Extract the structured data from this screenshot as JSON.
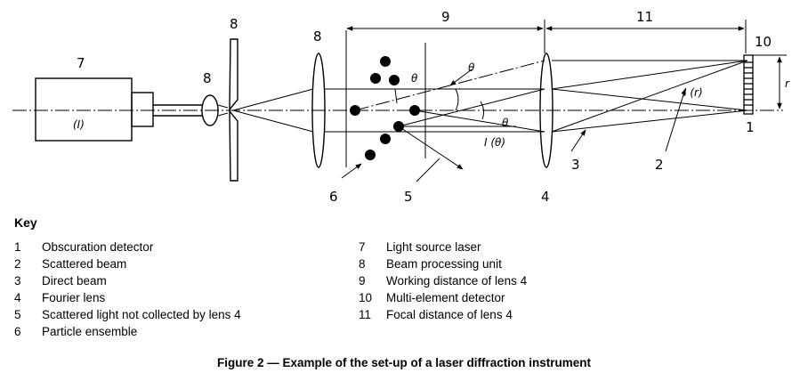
{
  "diagram": {
    "labels": {
      "n1": "1",
      "n2": "2",
      "n3": "3",
      "n4": "4",
      "n5": "5",
      "n6": "6",
      "n7": "7",
      "n8a": "8",
      "n8b": "8",
      "n8c": "8",
      "n9": "9",
      "n10": "10",
      "n11": "11"
    },
    "symbols": {
      "source_intensity": "(I)",
      "theta_1": "θ",
      "theta_2": "θ",
      "theta_3": "θ",
      "intensity_theta": "I (θ)",
      "intensity_r": "I (r)",
      "radius": "r"
    }
  },
  "key": {
    "title": "Key",
    "left_column": [
      {
        "num": "1",
        "text": "Obscuration detector"
      },
      {
        "num": "2",
        "text": "Scattered beam"
      },
      {
        "num": "3",
        "text": "Direct beam"
      },
      {
        "num": "4",
        "text": "Fourier lens"
      },
      {
        "num": "5",
        "text": "Scattered light not collected by lens 4"
      },
      {
        "num": "6",
        "text": "Particle ensemble"
      }
    ],
    "right_column": [
      {
        "num": "7",
        "text": "Light source laser"
      },
      {
        "num": "8",
        "text": "Beam processing unit"
      },
      {
        "num": "9",
        "text": "Working distance of lens 4"
      },
      {
        "num": "10",
        "text": "Multi-element detector"
      },
      {
        "num": "11",
        "text": "Focal distance of lens 4"
      }
    ]
  },
  "caption": "Figure 2 — Example of the set-up of a laser diffraction instrument"
}
